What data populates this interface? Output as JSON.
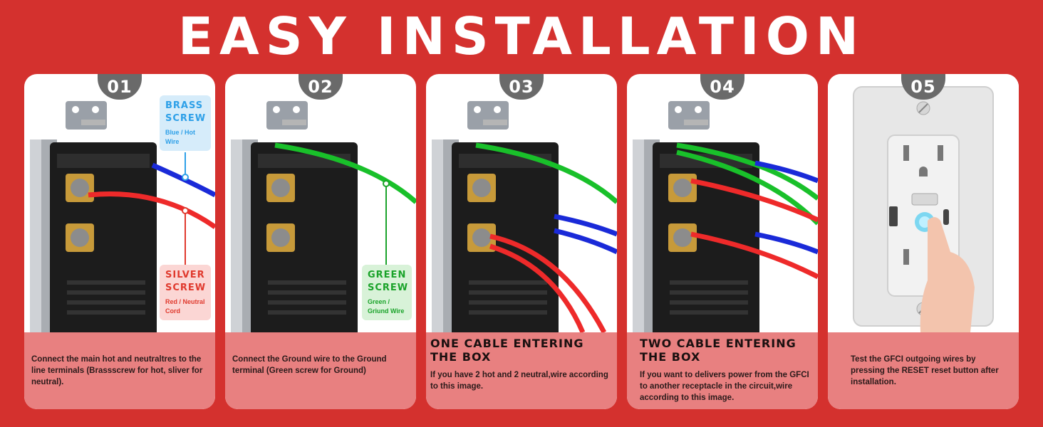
{
  "title": "EASY INSTALLATION",
  "colors": {
    "background": "#d4312e",
    "caption": "#e88080",
    "badge": "#6a6a6a",
    "brass": "#2ea0e8",
    "silver": "#e03a2e",
    "green": "#1aa32a"
  },
  "steps": [
    {
      "number": "01",
      "label_brass_title": "BRASS SCREW",
      "label_brass_sub": "Blue / Hot Wire",
      "label_silver_title": "SILVER SCREW",
      "label_silver_sub": "Red / Neutral Cord",
      "description": "Connect the main hot and neutraltres to the line terminals (Brassscrew for hot, sliver for neutral)."
    },
    {
      "number": "02",
      "label_green_title": "GREEN SCREW",
      "label_green_sub": "Green / Griund Wire",
      "description": "Connect the Ground wire to the Ground terminal (Green screw for Ground)"
    },
    {
      "number": "03",
      "heading": "ONE CABLE ENTERING THE BOX",
      "description": "If you have 2 hot and 2 neutral,wire according to this image."
    },
    {
      "number": "04",
      "heading": "TWO CABLE ENTERING THE BOX",
      "description": "If you want to delivers power from the GFCI to another receptacle in the circuit,wire according to this image."
    },
    {
      "number": "05",
      "description": "Test the GFCI outgoing wires by pressing the RESET reset button after installation."
    }
  ]
}
